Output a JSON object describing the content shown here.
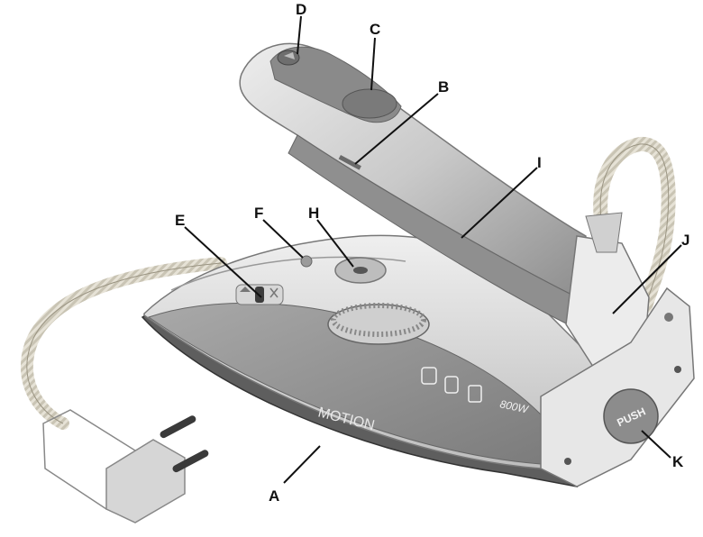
{
  "colors": {
    "body_light": "#e4e4e4",
    "body_mid": "#b9b9b9",
    "body_dark": "#8a8a8a",
    "panel": "#9c9c9c",
    "soleplate": "#6f6f6f",
    "cord": "#d8d4c8",
    "line": "#111111"
  },
  "labels": {
    "A": "A",
    "B": "B",
    "C": "C",
    "D": "D",
    "E": "E",
    "F": "F",
    "H": "H",
    "I": "I",
    "J": "J",
    "K": "K"
  },
  "body_text": {
    "brand": "MOTION",
    "power": "800W",
    "push": "PUSH"
  }
}
